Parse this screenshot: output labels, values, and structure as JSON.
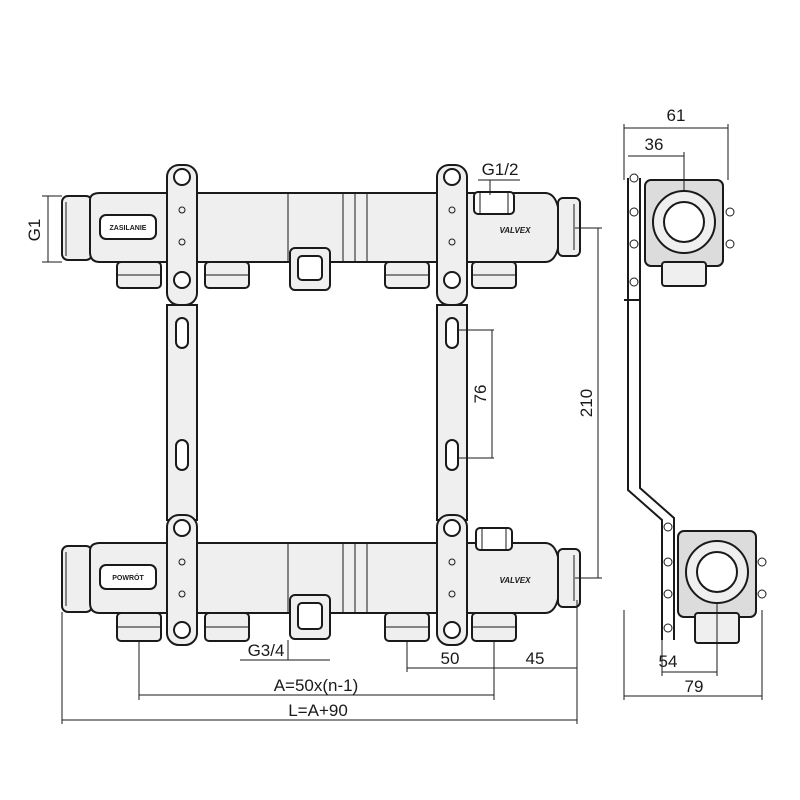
{
  "labels": {
    "supply": "ZASILANIE",
    "return": "POWRÓT",
    "logo_top": "VALVEX",
    "logo_bottom": "VALVEX"
  },
  "dimensions": {
    "thread_main": "G1",
    "thread_vent": "G1/2",
    "thread_outlet": "G3/4",
    "outlet_pitch": "50",
    "end_offset": "45",
    "pitch_formula": "A=50x(n-1)",
    "length_formula": "L=A+90",
    "height": "210",
    "slot": "76",
    "side_width": "61",
    "side_inner": "36",
    "side_lower_inner": "54",
    "side_lower_width": "79"
  }
}
